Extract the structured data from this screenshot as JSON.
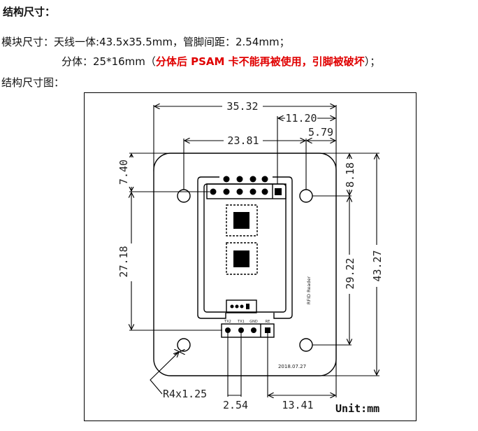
{
  "heading": "结构尺寸：",
  "module_size": {
    "label": "模块尺寸：",
    "integrated": "天线一体:43.5x35.5mm，管脚间距：2.54mm；",
    "split_prefix": "分体：25*16mm（",
    "split_warning": "分体后 PSAM 卡不能再被使用，引脚被破坏",
    "split_suffix": "）；"
  },
  "drawing_title": "结构尺寸图：",
  "drawing": {
    "dims": {
      "width_total": "35.32",
      "right_offset": "11.20",
      "hole_offset": "5.79",
      "hole_spacing_x": "23.81",
      "top_to_hole": "7.40",
      "left_vertical": "27.18",
      "top_to_hole_right": "8.18",
      "hole_spacing_y": "29.22",
      "height_total": "43.27",
      "corner_radius_holes": "R4x1.25",
      "pin_pitch": "2.54",
      "pin_offset": "13.41"
    },
    "pin_labels": [
      "TX2",
      "TX1",
      "GND",
      "RE"
    ],
    "board_label": "RFID Reader",
    "date": "2018.07.27",
    "unit": "Unit:mm"
  }
}
